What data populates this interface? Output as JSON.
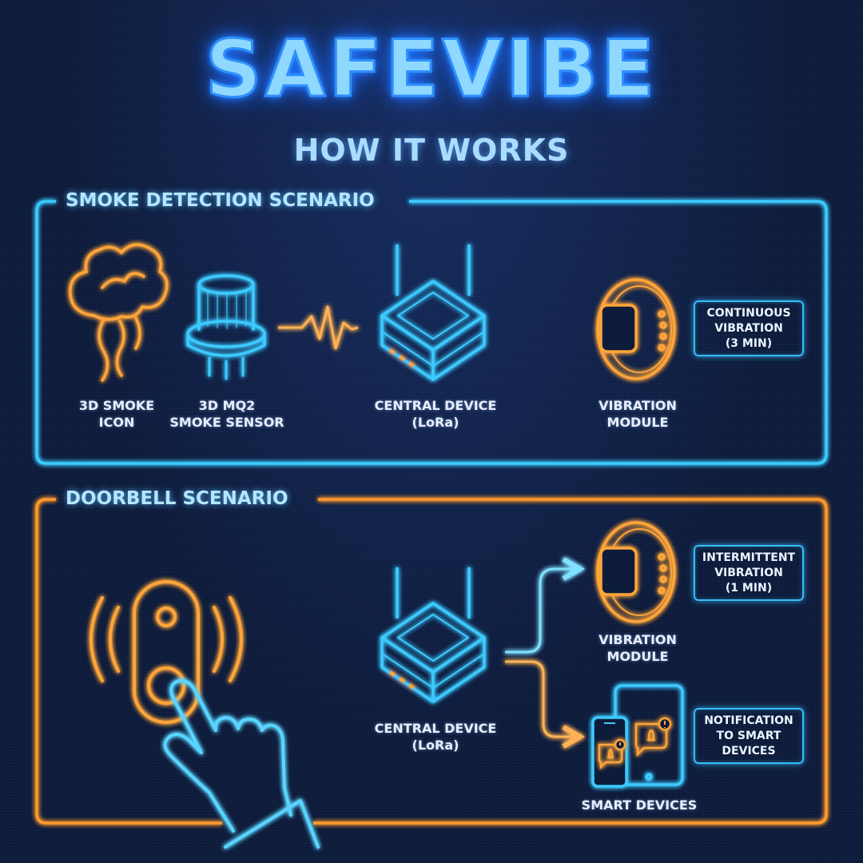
{
  "header": {
    "title": "SAFEVIBE",
    "subtitle": "HOW IT WORKS"
  },
  "smoke": {
    "title": "SMOKE DETECTION SCENARIO",
    "smoke_icon_label": [
      "3D SMOKE",
      "ICON"
    ],
    "sensor_label": [
      "3D MQ2",
      "SMOKE SENSOR"
    ],
    "central_label": [
      "CENTRAL DEVICE",
      "(LoRa)"
    ],
    "vibration_label": [
      "VIBRATION",
      "MODULE"
    ],
    "note": [
      "CONTINUOUS",
      "VIBRATION",
      "(3 MIN)"
    ]
  },
  "doorbell": {
    "title": "DOORBELL SCENARIO",
    "central_label": [
      "CENTRAL DEVICE",
      "(LoRa)"
    ],
    "vibration_label": [
      "VIBRATION",
      "MODULE"
    ],
    "vibration_note": [
      "INTERMITTENT",
      "VIBRATION",
      "(1 MIN)"
    ],
    "smart_label": "SMART DEVICES",
    "smart_note": [
      "NOTIFICATION",
      "TO SMART",
      "DEVICES"
    ]
  },
  "colors": {
    "blue": "#38bdf8",
    "orange": "#ff9a2e",
    "background": "#0d1b3b"
  }
}
